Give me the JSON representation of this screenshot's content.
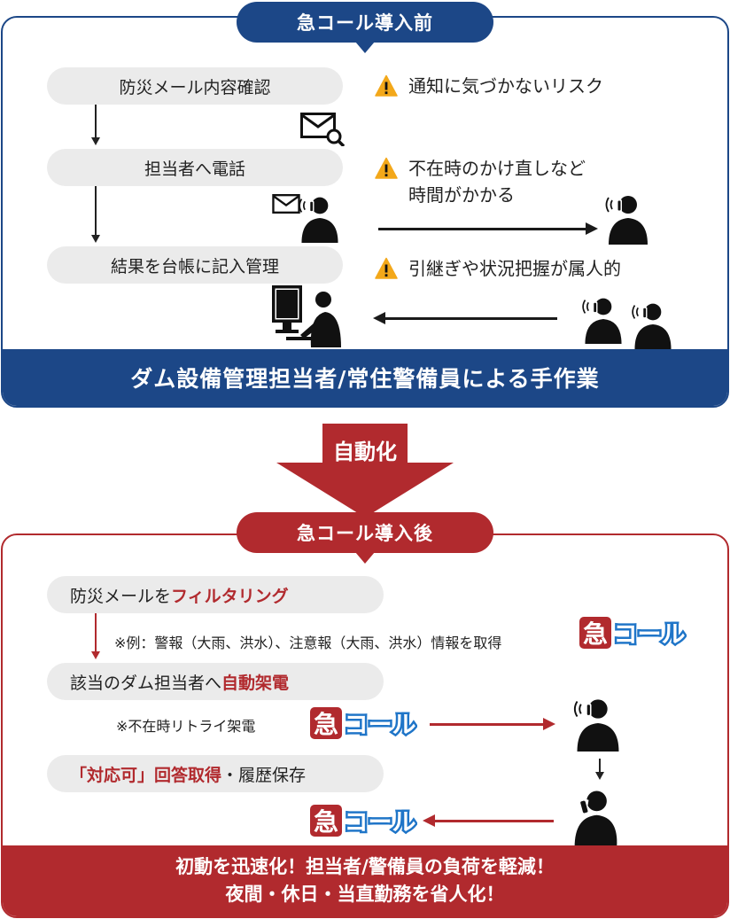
{
  "before": {
    "header": "急コール導入前",
    "steps": [
      {
        "label": "防災メール内容確認"
      },
      {
        "label": "担当者へ電話"
      },
      {
        "label": "結果を台帳に記入管理"
      }
    ],
    "risks": [
      {
        "lines": [
          "通知に気づかないリスク"
        ]
      },
      {
        "lines": [
          "不在時のかけ直しなど",
          "時間がかかる"
        ]
      },
      {
        "lines": [
          "引継ぎや状況把握が属人的"
        ]
      }
    ],
    "banner": "ダム設備管理担当者/常住警備員による手作業"
  },
  "transition": {
    "label": "自動化"
  },
  "after": {
    "header": "急コール導入後",
    "steps": [
      {
        "prefix": "防災メールを",
        "highlight": "フィルタリング",
        "suffix": ""
      },
      {
        "prefix": "該当のダム担当者へ",
        "highlight": "自動架電",
        "suffix": ""
      },
      {
        "prefix": "",
        "highlight": "「対応可」回答取得",
        "suffix": "・履歴保存"
      }
    ],
    "notes": [
      "※例：警報（大雨、洪水）、注意報（大雨、洪水）情報を取得",
      "※不在時リトライ架電"
    ],
    "banner_lines": [
      "初動を迅速化！担当者/警備員の負荷を軽減！",
      "夜間・休日・当直勤務を省人化！"
    ]
  },
  "logo": {
    "kanji": "急",
    "kana": "コール"
  },
  "colors": {
    "navy": "#1c4787",
    "red": "#b12a2e",
    "pill": "#ebebeb",
    "warning": "#f3a81a",
    "logo_blue": "#1f75c8"
  }
}
